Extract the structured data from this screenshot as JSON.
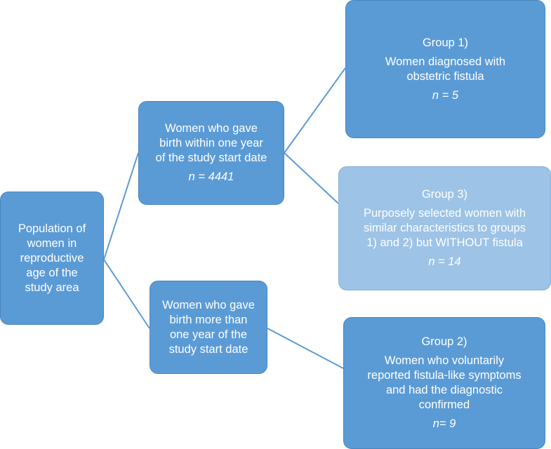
{
  "diagram": {
    "nodes": {
      "population": {
        "text_lines": [
          "Population of",
          "women in",
          "reproductive",
          "age of the",
          "study area"
        ]
      },
      "within_year": {
        "text_lines": [
          "Women who gave",
          "birth within one year",
          "of the study start date"
        ],
        "n": "n = 4441"
      },
      "more_than_year": {
        "text_lines": [
          "Women who gave",
          "birth more than",
          "one year of the",
          "study start date"
        ]
      },
      "group1": {
        "heading": "Group 1)",
        "text_lines": [
          "Women diagnosed with",
          "obstetric fistula"
        ],
        "n": "n = 5"
      },
      "group3": {
        "heading": "Group 3)",
        "text_lines": [
          "Purposely selected women with",
          "similar characteristics to groups",
          "1) and 2) but WITHOUT fistula"
        ],
        "n": "n = 14"
      },
      "group2": {
        "heading": "Group 2)",
        "text_lines": [
          "Women who voluntarily",
          "reported fistula-like symptoms",
          "and had the diagnostic",
          "confirmed"
        ],
        "n": "n= 9"
      }
    },
    "colors": {
      "dark_box": "#5b9bd5",
      "light_box": "#9dc3e6",
      "connector": "#5b9bd5",
      "text": "#ffffff"
    }
  }
}
